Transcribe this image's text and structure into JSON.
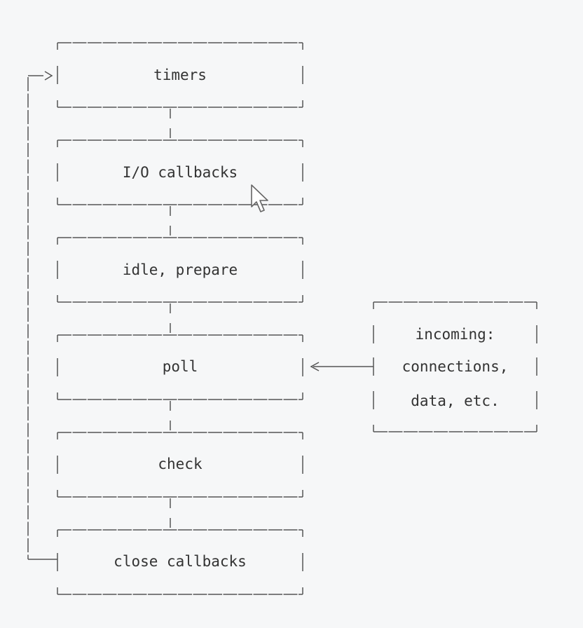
{
  "phases": [
    {
      "id": "timers",
      "label": "timers"
    },
    {
      "id": "io-callbacks",
      "label": "I/O callbacks"
    },
    {
      "id": "idle-prepare",
      "label": "idle, prepare"
    },
    {
      "id": "poll",
      "label": "poll"
    },
    {
      "id": "check",
      "label": "check"
    },
    {
      "id": "close-callbacks",
      "label": "close callbacks"
    }
  ],
  "incoming": {
    "lines": [
      "incoming:",
      "connections,",
      "data, etc."
    ]
  },
  "colors": {
    "background": "#f6f7f8",
    "stroke": "#555555",
    "text": "#333333"
  },
  "icons": {
    "cursor": "mouse-pointer-icon"
  }
}
